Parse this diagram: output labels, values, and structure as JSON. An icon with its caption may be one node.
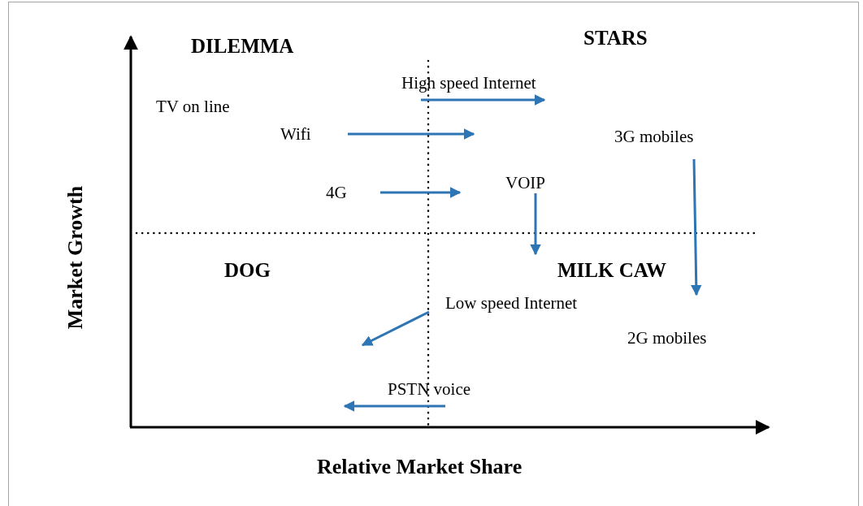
{
  "diagram": {
    "labels": [
      "DILEMMA",
      "STARS",
      "High speed Internet",
      "TV on line",
      "Wifi",
      "3G mobiles",
      "4G",
      "VOIP",
      "Market Growth",
      "DOG",
      "MILK CAW",
      "Low speed Internet",
      "2G mobiles",
      "PSTN voice",
      "Relative Market Share"
    ]
  }
}
